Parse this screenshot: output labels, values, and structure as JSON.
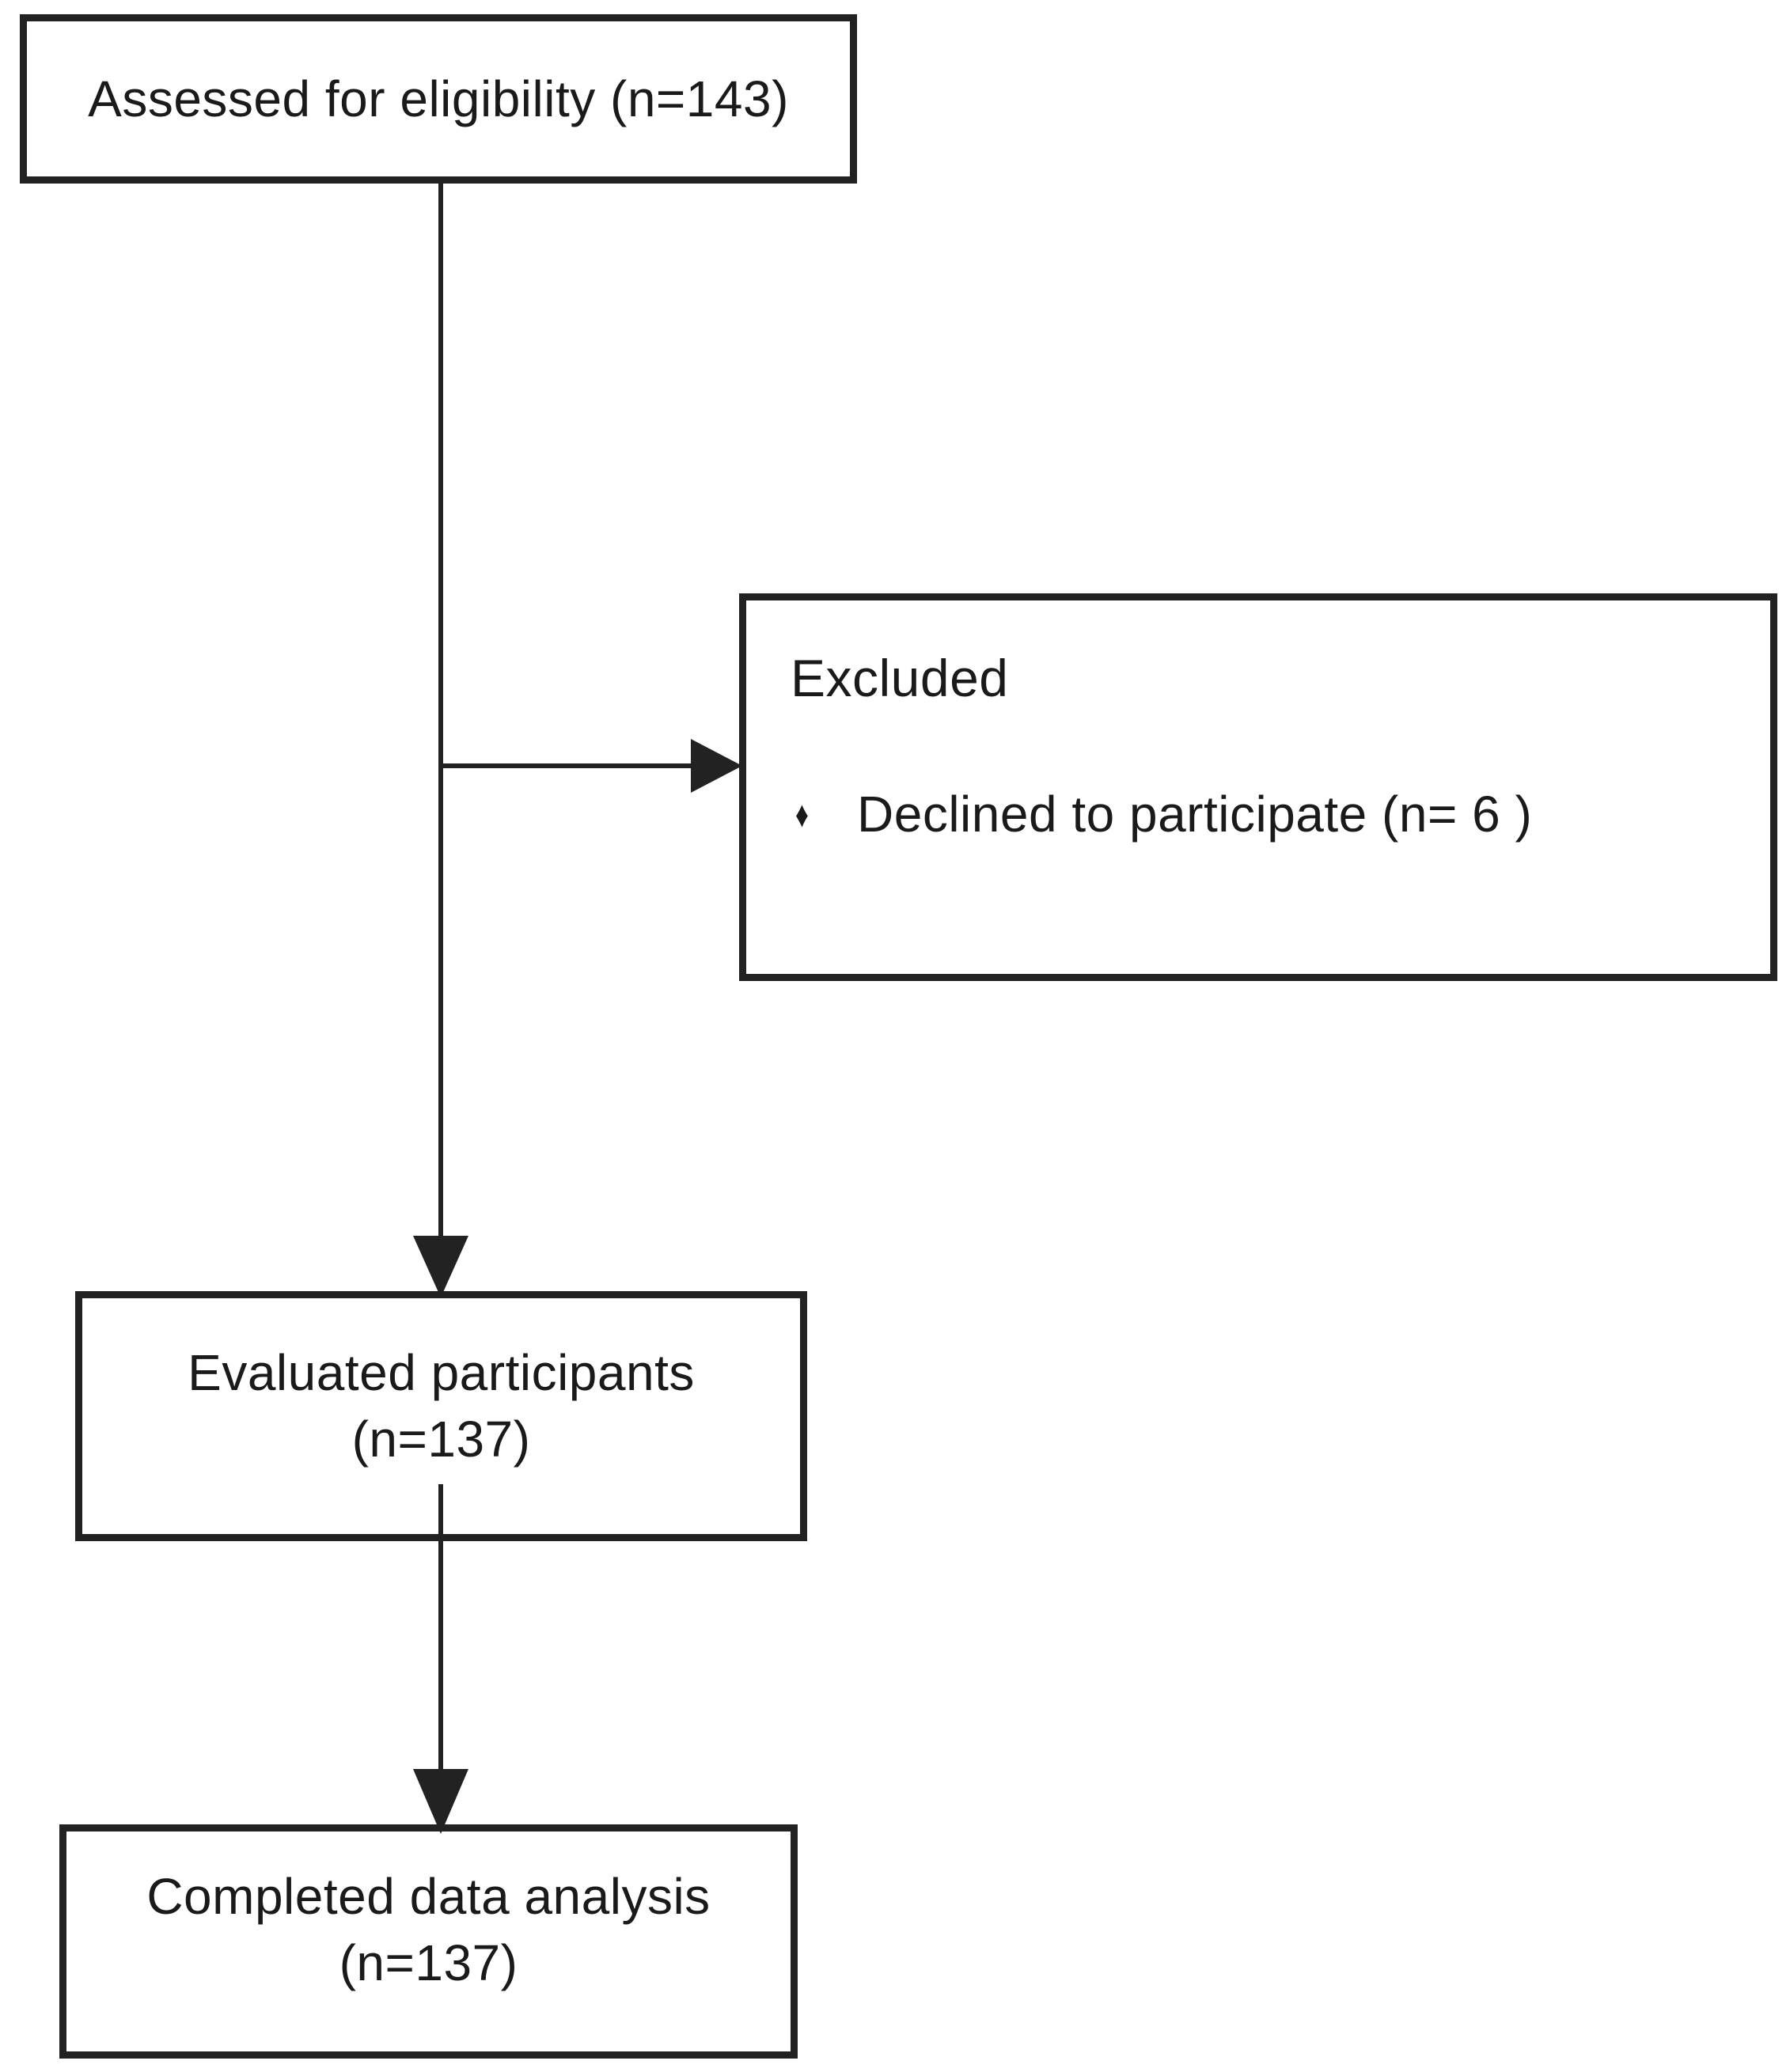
{
  "diagram": {
    "type": "flowchart",
    "description": "Participant flow diagram with four stages",
    "colors": {
      "background": "#ffffff",
      "box_border": "#222222",
      "arrow": "#222222",
      "text": "#1a1a1a"
    },
    "nodes": {
      "assessed": {
        "label": "Assessed for eligibility (n=143)"
      },
      "excluded": {
        "title": "Excluded",
        "bullet_glyph": "♦",
        "bullet_text": "Declined to participate (n= 6 )"
      },
      "evaluated": {
        "line1": "Evaluated participants",
        "line2": "(n=137)"
      },
      "completed": {
        "line1": "Completed data analysis",
        "line2": "(n=137)"
      }
    },
    "edges": [
      {
        "from": "assessed",
        "to": "evaluated",
        "style": "arrow-down"
      },
      {
        "from": "assessed-evaluated-line",
        "to": "excluded",
        "style": "arrow-right-branch"
      },
      {
        "from": "evaluated",
        "to": "completed",
        "style": "arrow-down"
      }
    ]
  }
}
